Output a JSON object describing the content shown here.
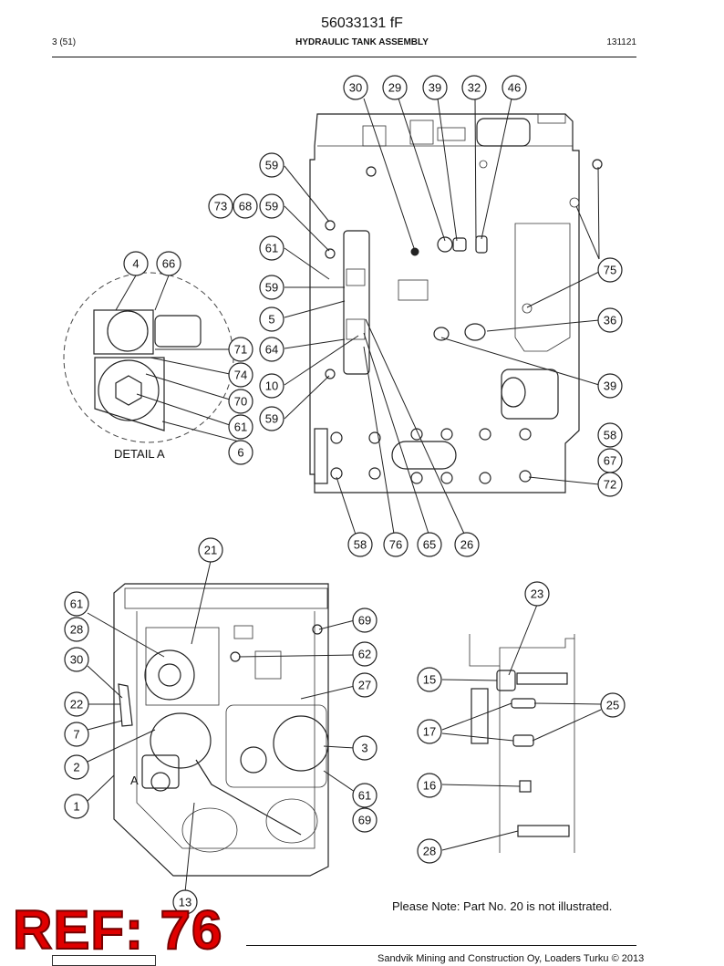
{
  "header": {
    "doc_number": "56033131 fF",
    "page": "3 (51)",
    "title": "HYDRAULIC TANK ASSEMBLY",
    "date": "131121"
  },
  "detail_label": "DETAIL  A",
  "view_marker": "A",
  "callouts_top": [
    "30",
    "29",
    "39",
    "32",
    "46",
    "59",
    "73",
    "68",
    "59",
    "61",
    "4",
    "66",
    "59",
    "5",
    "75",
    "64",
    "36",
    "71",
    "74",
    "70",
    "10",
    "39",
    "61",
    "59",
    "6",
    "58",
    "67",
    "72",
    "58",
    "76",
    "65",
    "26"
  ],
  "callouts_bottom_left": [
    "21",
    "61",
    "69",
    "28",
    "62",
    "30",
    "27",
    "22",
    "7",
    "3",
    "2",
    "61",
    "1",
    "69",
    "13"
  ],
  "callouts_bottom_right": [
    "23",
    "15",
    "25",
    "17",
    "16",
    "28"
  ],
  "note": "Please Note: Part No. 20 is not illustrated.",
  "ref_stamp": "REF: 76",
  "footer": "Sandvik Mining and Construction Oy, Loaders Turku © 2013"
}
